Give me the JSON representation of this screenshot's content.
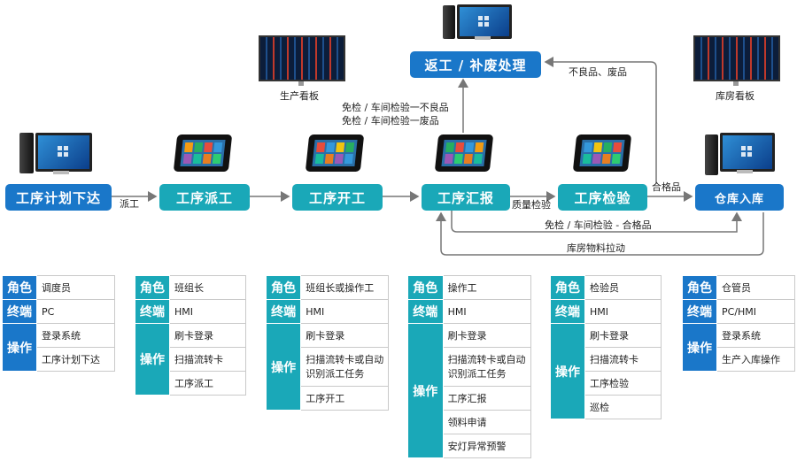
{
  "nodes": {
    "plan": "工序计划下达",
    "dispatch": "工序派工",
    "start": "工序开工",
    "report": "工序汇报",
    "inspect": "工序检验",
    "warehouse": "仓库入库",
    "rework": "返工 / 补废处理"
  },
  "edge_labels": {
    "dispatch": "派工",
    "quality_check": "质量检验",
    "qualified": "合格品",
    "defect_scrap": "不良品、废品",
    "exempt_defect": "免检 / 车间检验一不良品",
    "exempt_scrap": "免检 / 车间检验一废品",
    "exempt_qualified": "免检 / 车间检验 - 合格品",
    "material_pull": "库房物料拉动"
  },
  "device_labels": {
    "production_board": "生产看板",
    "warehouse_board": "库房看板"
  },
  "icons": {
    "pc": "desktop-computer-icon",
    "tablet": "windows-tablet-icon",
    "board": "dashboard-screen-icon"
  },
  "colors": {
    "blue": "#1a77c9",
    "teal": "#1aa8b8",
    "arrow": "#777777"
  },
  "tables": [
    {
      "role_h": "角色",
      "role": "调度员",
      "term_h": "终端",
      "term": "PC",
      "ops_h": "操作",
      "ops": [
        "登录系统",
        "工序计划下达"
      ]
    },
    {
      "role_h": "角色",
      "role": "班组长",
      "term_h": "终端",
      "term": "HMI",
      "ops_h": "操作",
      "ops": [
        "刷卡登录",
        "扫描流转卡",
        "工序派工"
      ]
    },
    {
      "role_h": "角色",
      "role": "班组长或操作工",
      "term_h": "终端",
      "term": "HMI",
      "ops_h": "操作",
      "ops": [
        "刷卡登录",
        "扫描流转卡或自动识别派工任务",
        "工序开工"
      ]
    },
    {
      "role_h": "角色",
      "role": "操作工",
      "term_h": "终端",
      "term": "HMI",
      "ops_h": "操作",
      "ops": [
        "刷卡登录",
        "扫描流转卡或自动识别派工任务",
        "工序汇报",
        "领料申请",
        "安灯异常预警"
      ]
    },
    {
      "role_h": "角色",
      "role": "检验员",
      "term_h": "终端",
      "term": "HMI",
      "ops_h": "操作",
      "ops": [
        "刷卡登录",
        "扫描流转卡",
        "工序检验",
        "巡检"
      ]
    },
    {
      "role_h": "角色",
      "role": "仓管员",
      "term_h": "终端",
      "term": "PC/HMI",
      "ops_h": "操作",
      "ops": [
        "登录系统",
        "生产入库操作"
      ]
    }
  ]
}
